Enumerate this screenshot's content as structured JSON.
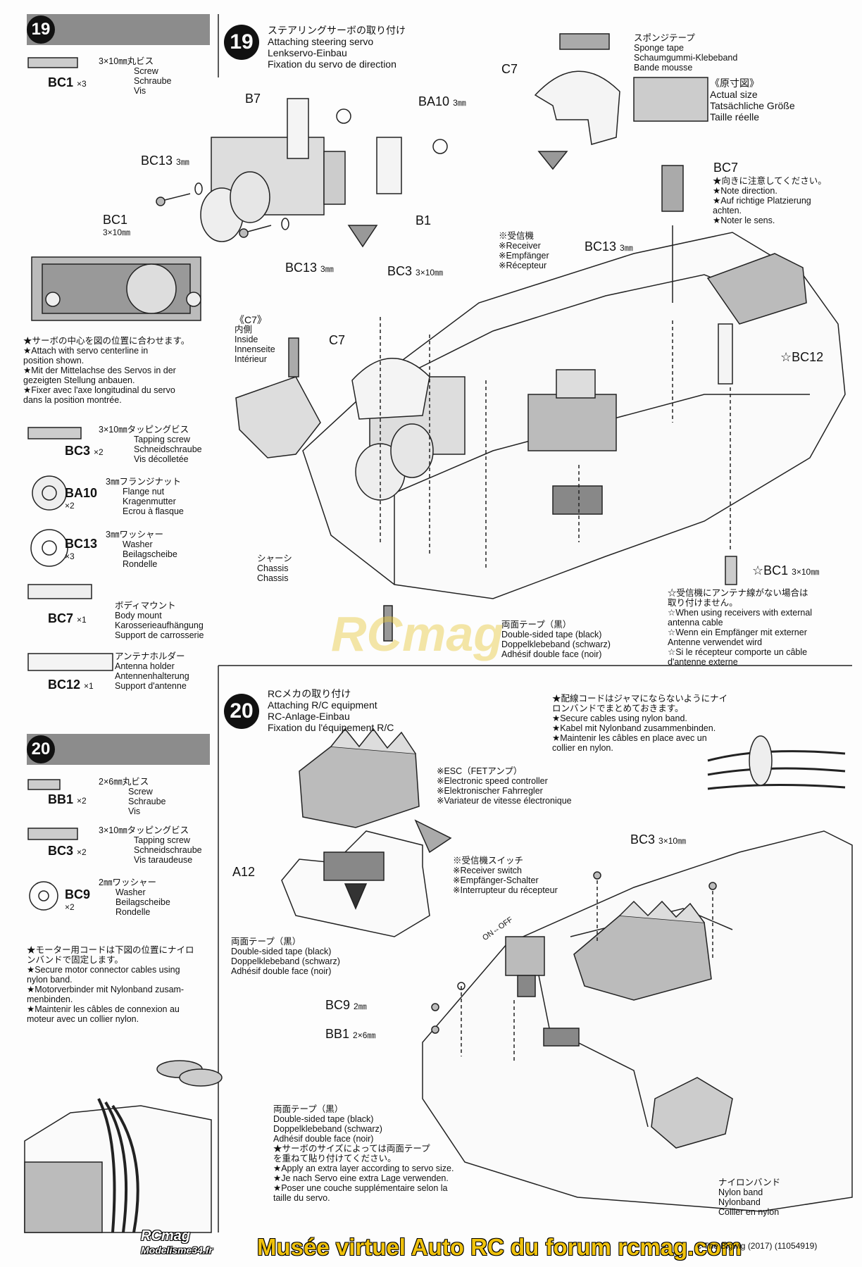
{
  "sidebar19": {
    "num": "19",
    "parts": [
      {
        "code": "BC1",
        "qty": "×3",
        "spec": "3×10㎜丸ビス",
        "lines": [
          "Screw",
          "Schraube",
          "Vis"
        ]
      },
      {
        "code": "BC3",
        "qty": "×2",
        "spec": "3×10㎜タッピングビス",
        "lines": [
          "Tapping screw",
          "Schneidschraube",
          "Vis décolletée"
        ]
      },
      {
        "code": "BA10",
        "qty": "×2",
        "spec": "3㎜フランジナット",
        "lines": [
          "Flange nut",
          "Kragenmutter",
          "Ecrou à flasque"
        ]
      },
      {
        "code": "BC13",
        "qty": "×3",
        "spec": "3㎜ワッシャー",
        "lines": [
          "Washer",
          "Beilagscheibe",
          "Rondelle"
        ]
      },
      {
        "code": "BC7",
        "qty": "×1",
        "spec": "ボディマウント",
        "lines": [
          "Body mount",
          "Karosserieaufhängung",
          "Support de carrosserie"
        ]
      },
      {
        "code": "BC12",
        "qty": "×1",
        "spec": "アンテナホルダー",
        "lines": [
          "Antenna holder",
          "Antennenhalterung",
          "Support d'antenne"
        ]
      }
    ],
    "servo_note": [
      "★サーボの中心を図の位置に合わせます。",
      "★Attach with servo centerline in",
      "position shown.",
      "★Mit der Mittelachse des Servos in der",
      "gezeigten Stellung anbauen.",
      "★Fixer avec l'axe longitudinal du servo",
      "dans la position montrée."
    ]
  },
  "sidebar20": {
    "num": "20",
    "parts": [
      {
        "code": "BB1",
        "qty": "×2",
        "spec": "2×6㎜丸ビス",
        "lines": [
          "Screw",
          "Schraube",
          "Vis"
        ]
      },
      {
        "code": "BC3",
        "qty": "×2",
        "spec": "3×10㎜タッピングビス",
        "lines": [
          "Tapping screw",
          "Schneidschraube",
          "Vis taraudeuse"
        ]
      },
      {
        "code": "BC9",
        "qty": "×2",
        "spec": "2㎜ワッシャー",
        "lines": [
          "Washer",
          "Beilagscheibe",
          "Rondelle"
        ]
      }
    ],
    "motor_note": [
      "★モーター用コードは下図の位置にナイロ",
      "ンバンドで固定します。",
      "★Secure motor connector cables using",
      "nylon band.",
      "★Motorverbinder mit Nylonband zusam-",
      "menbinden.",
      "★Maintenir les câbles de connexion au",
      "moteur avec un collier nylon."
    ]
  },
  "step19": {
    "num": "19",
    "title": [
      "ステアリングサーボの取り付け",
      "Attaching steering servo",
      "Lenkservo-Einbau",
      "Fixation du servo de direction"
    ],
    "sponge": [
      "スポンジテープ",
      "Sponge tape",
      "Schaumgummi-Klebeband",
      "Bande mousse"
    ],
    "actual_size": [
      "《原寸図》",
      "Actual size",
      "Tatsächliche Größe",
      "Taille réelle"
    ],
    "bc7_note": [
      "★向きに注意してください。",
      "★Note direction.",
      "★Auf richtige Platzierung",
      "achten.",
      "★Noter le sens."
    ],
    "receiver": [
      "※受信機",
      "※Receiver",
      "※Empfänger",
      "※Récepteur"
    ],
    "c7_inner": [
      "《C7》",
      "内側",
      "Inside",
      "Innenseite",
      "Intérieur"
    ],
    "chassis": [
      "シャーシ",
      "Chassis",
      "Chassis"
    ],
    "tape": [
      "両面テープ（黒）",
      "Double-sided tape (black)",
      "Doppelklebeband (schwarz)",
      "Adhésif double face (noir)"
    ],
    "antenna_note": [
      "☆受信機にアンテナ線がない場合は",
      "取り付けません。",
      "☆When using receivers with external",
      "antenna cable",
      "☆Wenn ein Empfänger mit externer",
      "Antenne verwendet wird",
      "☆Si le récepteur comporte un câble",
      "d'antenne externe"
    ],
    "labels": {
      "c7a": "C7",
      "b7": "B7",
      "ba10": "BA10",
      "ba10s": "3㎜",
      "bc13a": "BC13",
      "bc13as": "3㎜",
      "b1": "B1",
      "bc1": "BC1",
      "bc1s": "3×10㎜",
      "bc13b": "BC13",
      "bc13bs": "3㎜",
      "bc3": "BC3",
      "bc3s": "3×10㎜",
      "c7b": "C7",
      "bc7": "BC7",
      "bc13c": "BC13",
      "bc13cs": "3㎜",
      "bc12": "☆BC12",
      "bc1b": "☆BC1",
      "bc1bs": "3×10㎜"
    }
  },
  "step20": {
    "num": "20",
    "title": [
      "RCメカの取り付け",
      "Attaching R/C equipment",
      "RC-Anlage-Einbau",
      "Fixation du l'équipement R/C"
    ],
    "cable_note": [
      "★配線コードはジャマにならないようにナイ",
      "ロンバンドでまとめておきます。",
      "★Secure cables using nylon band.",
      "★Kabel mit Nylonband zusammenbinden.",
      "★Maintenir les câbles en place avec un",
      "collier en nylon."
    ],
    "esc": [
      "※ESC（FETアンプ）",
      "※Electronic speed controller",
      "※Elektronischer Fahrregler",
      "※Variateur de vitesse électronique"
    ],
    "switch": [
      "※受信機スイッチ",
      "※Receiver switch",
      "※Empfänger-Schalter",
      "※Interrupteur du récepteur"
    ],
    "tape_a": [
      "両面テープ（黒）",
      "Double-sided tape (black)",
      "Doppelklebeband (schwarz)",
      "Adhésif double face (noir)"
    ],
    "tape_b": [
      "両面テープ（黒）",
      "Double-sided tape (black)",
      "Doppelklebeband (schwarz)",
      "Adhésif double face (noir)",
      "★サーボのサイズによっては両面テープ",
      "を重ねて貼り付けてください。",
      "★Apply an extra layer according to servo size.",
      "★Je nach Servo eine extra Lage verwenden.",
      "★Poser une couche supplémentaire selon la",
      "taille du servo."
    ],
    "nylon": [
      "ナイロンバンド",
      "Nylon band",
      "Nylonband",
      "Collier en nylon"
    ],
    "labels": {
      "a12": "A12",
      "bc3": "BC3",
      "bc3s": "3×10㎜",
      "bc9": "BC9",
      "bc9s": "2㎜",
      "bb1": "BB1",
      "bb1s": "2×6㎜",
      "onoff": "ON⇔OFF"
    }
  },
  "watermark": "RCmag",
  "footer": {
    "logo1": "RCmag",
    "logo2": "Modelisme34.fr",
    "text": "Musée virtuel Auto RC du forum rcmag.com",
    "ref": "c The Bigwig (2017) (11054919)"
  }
}
